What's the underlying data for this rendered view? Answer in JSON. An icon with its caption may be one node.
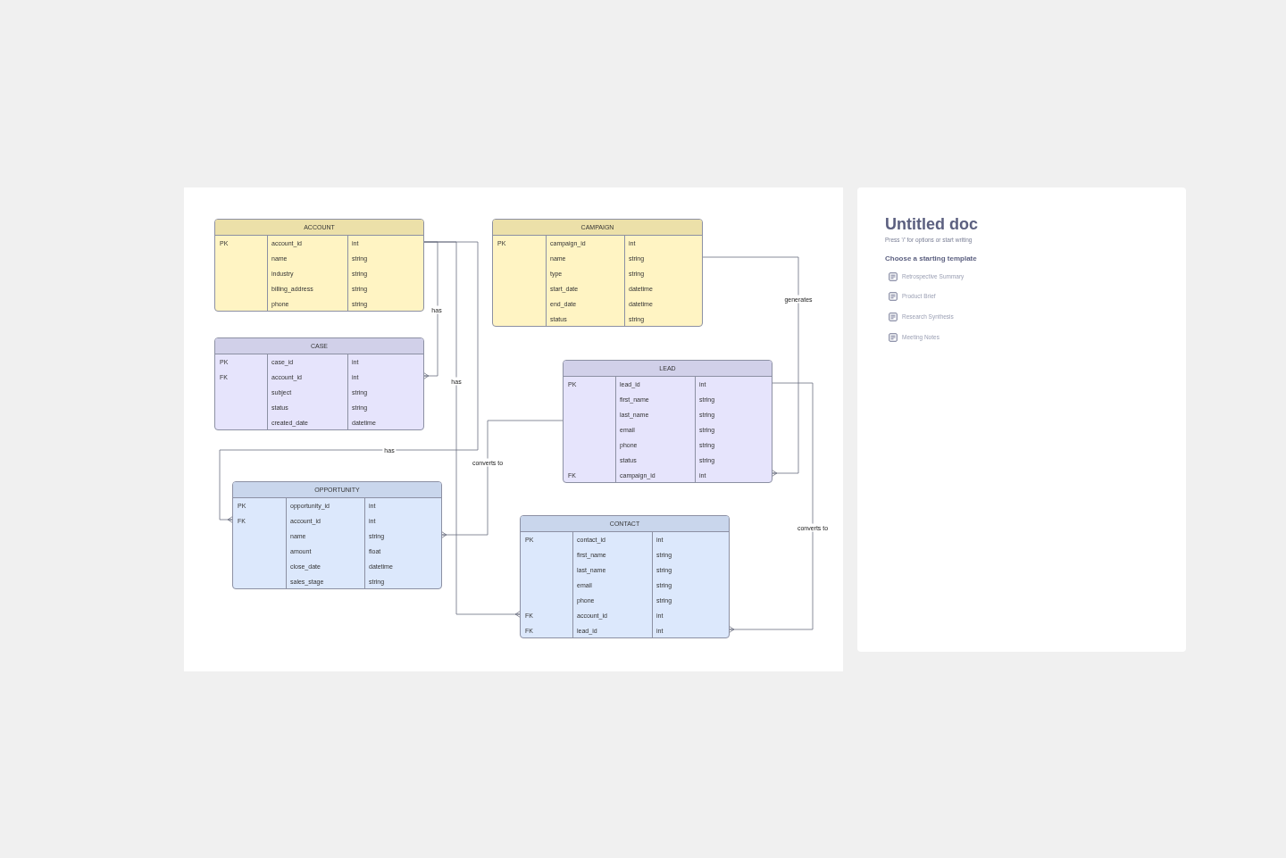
{
  "diagram": {
    "nodes": [
      {
        "text": [
          "ACCOUNT"
        ]
      },
      {
        "text": [
          "PK",
          "account_id",
          "int"
        ],
        "in": 0
      },
      {
        "text": [
          "name",
          "string"
        ],
        "in": 0
      },
      {
        "text": [
          "industry",
          "string"
        ],
        "in": 0
      },
      {
        "text": [
          "billing_address",
          "string"
        ],
        "in": 0
      },
      {
        "text": [
          "phone",
          "string"
        ],
        "in": 0
      },
      {
        "text": [
          "CAMPAIGN"
        ]
      },
      {
        "text": [
          "PK",
          "campaign_id",
          "int"
        ],
        "in": 6
      },
      {
        "text": [
          "name",
          "string"
        ],
        "in": 6
      },
      {
        "text": [
          "type",
          "string"
        ],
        "in": 6
      },
      {
        "text": [
          "start_date",
          "datetime"
        ],
        "in": 6
      },
      {
        "text": [
          "end_date",
          "datetime"
        ],
        "in": 6
      },
      {
        "text": [
          "status",
          "string"
        ],
        "in": 6
      },
      {
        "text": [
          "CASE"
        ]
      },
      {
        "text": [
          "PK",
          "case_id",
          "int"
        ],
        "in": 13
      },
      {
        "text": [
          "FK",
          "account_id",
          "int"
        ],
        "in": 13
      },
      {
        "text": [
          "subject",
          "string"
        ],
        "in": 13
      },
      {
        "text": [
          "status",
          "string"
        ],
        "in": 13
      },
      {
        "text": [
          "created_date",
          "datetime"
        ],
        "in": 13
      },
      {
        "text": [
          "LEAD"
        ]
      },
      {
        "text": [
          "PK",
          "lead_id",
          "int"
        ],
        "in": 19
      },
      {
        "text": [
          "first_name",
          "string"
        ],
        "in": 19
      },
      {
        "text": [
          "last_name",
          "string"
        ],
        "in": 19
      },
      {
        "text": [
          "email",
          "string"
        ],
        "in": 19
      },
      {
        "text": [
          "phone",
          "string"
        ],
        "in": 19
      },
      {
        "text": [
          "status",
          "string"
        ],
        "in": 19
      },
      {
        "text": [
          "FK",
          "campaign_id",
          "int"
        ],
        "in": 19
      },
      {
        "text": [
          "OPPORTUNITY"
        ]
      },
      {
        "text": [
          "PK",
          "opportunity_id",
          "int"
        ],
        "in": 27
      },
      {
        "text": [
          "FK",
          "account_id",
          "int"
        ],
        "in": 27
      },
      {
        "text": [
          "name",
          "string"
        ],
        "in": 27
      },
      {
        "text": [
          "amount",
          "float"
        ],
        "in": 27
      },
      {
        "text": [
          "close_date",
          "datetime"
        ],
        "in": 27
      },
      {
        "text": [
          "sales_stage",
          "string"
        ],
        "in": 27
      },
      {
        "text": [
          "CONTACT"
        ]
      },
      {
        "text": [
          "PK",
          "contact_id",
          "int"
        ],
        "in": 34
      },
      {
        "text": [
          "first_name",
          "string"
        ],
        "in": 34
      },
      {
        "text": [
          "last_name",
          "string"
        ],
        "in": 34
      },
      {
        "text": [
          "email",
          "string"
        ],
        "in": 34
      },
      {
        "text": [
          "phone",
          "string"
        ],
        "in": 34
      },
      {
        "text": [
          "FK",
          "account_id",
          "int"
        ],
        "in": 34
      },
      {
        "text": [
          "FK",
          "lead_id",
          "int"
        ],
        "in": 34
      }
    ],
    "edges": [
      {
        "from": 0,
        "to": 13,
        "arrow": "other",
        "label": "has"
      },
      {
        "from": 0,
        "to": 27,
        "arrow": "other",
        "label": "has"
      },
      {
        "from": 0,
        "to": 34,
        "arrow": "other",
        "label": "has"
      },
      {
        "from": 6,
        "to": 19,
        "arrow": "other",
        "label": "generates"
      },
      {
        "from": 19,
        "to": 27,
        "arrow": "other",
        "label": "converts to"
      },
      {
        "from": 19,
        "to": 34,
        "arrow": "other",
        "label": "converts to"
      }
    ],
    "labels": [
      "Untitled doc",
      "Press '/' for options or start writing",
      "Choose a starting template",
      "Retrospective Summary",
      "Product Brief",
      "Research Synthesis",
      "Meeting Notes"
    ]
  }
}
